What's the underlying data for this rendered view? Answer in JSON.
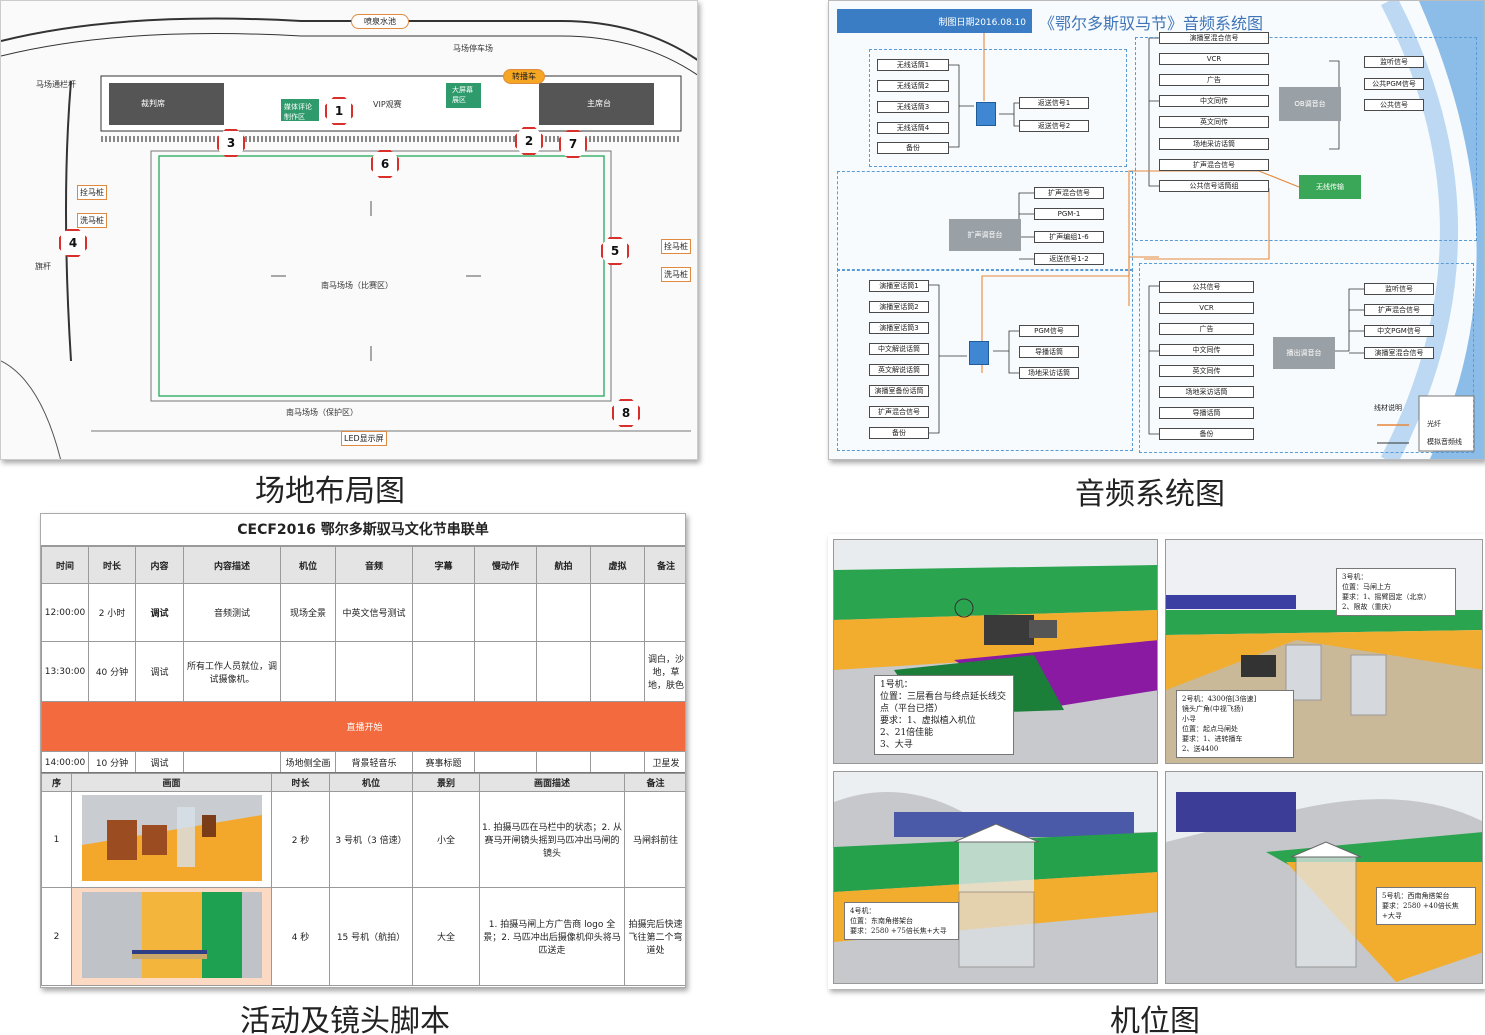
{
  "captions": {
    "site_layout": "场地布局图",
    "audio_system": "音频系统图",
    "script": "活动及镜头脚本",
    "camera_positions": "机位图"
  },
  "site": {
    "labels": {
      "fountain": "喷泉水池",
      "vip": "VIP观赛",
      "judge": "裁判席",
      "media": "媒体评论\n制作区",
      "screen": "大屏幕\n展区",
      "ob_van": "转播车",
      "host": "主席台",
      "field": "南马场场（比赛区）",
      "protect": "南马场场（保护区）",
      "led": "LED显示屏",
      "stable1": "拴马桩",
      "stable2": "洗马桩",
      "stable3": "拴马桩",
      "stable4": "洗马桩",
      "gate": "马场通栏杆",
      "parking": "马场停车场",
      "flag": "旗杆"
    },
    "markers": [
      "1",
      "2",
      "3",
      "4",
      "5",
      "6",
      "7",
      "8"
    ]
  },
  "audio": {
    "date": "制图日期2016.08.10",
    "title": "《鄂尔多斯驭马节》音频系统图",
    "left_top_inputs": [
      "无线话筒1",
      "无线话筒2",
      "无线话筒3",
      "无线话筒4",
      "备份"
    ],
    "left_top_outputs": [
      "返送信号1",
      "返送信号2"
    ],
    "mid_outputs": [
      "扩声混合信号",
      "PGM-1",
      "扩声编组1-6",
      "返送信号1-2"
    ],
    "mid_console": "扩声调音台",
    "ob_inputs": [
      "演播室混合信号",
      "VCR",
      "广告",
      "中文同传",
      "英文同传",
      "场地采访话筒",
      "扩声混合信号",
      "公共信号话筒组"
    ],
    "ob_console": "OB调音台",
    "ob_outputs": [
      "监听信号",
      "公共PGM信号",
      "公共信号"
    ],
    "backup_label": "无线传输",
    "bl_inputs": [
      "演播室话筒1",
      "演播室话筒2",
      "演播室话筒3",
      "中文解说话筒",
      "英文解说话筒",
      "演播室备份话筒",
      "扩声混合信号",
      "备份"
    ],
    "bl_outputs": [
      "PGM信号",
      "导播话筒",
      "场地采访话筒"
    ],
    "br_inputs": [
      "公共信号",
      "VCR",
      "广告",
      "中文同传",
      "英文同传",
      "场地采访话筒",
      "导播话筒",
      "备份"
    ],
    "br_console": "播出调音台",
    "br_outputs": [
      "监听信号",
      "扩声混合信号",
      "中文PGM信号",
      "演播室混合信号"
    ],
    "legend": {
      "title": "线材说明",
      "a": "光纤",
      "b": "模拟音频线"
    }
  },
  "rundown": {
    "title": "CECF2016 鄂尔多斯驭马文化节串联单",
    "headers": [
      "时间",
      "时长",
      "内容",
      "内容描述",
      "机位",
      "音频",
      "字幕",
      "慢动作",
      "航拍",
      "虚拟",
      "备注"
    ],
    "rows": [
      [
        "12:00:00",
        "2 小时",
        "调试",
        "音频测试",
        "现场全景",
        "中英文信号测试",
        "",
        "",
        "",
        "",
        ""
      ],
      [
        "13:30:00",
        "40 分钟",
        "调试",
        "所有工作人员就位，调试摄像机。",
        "",
        "",
        "",
        "",
        "",
        "",
        "调白，沙地，草地，肤色"
      ]
    ],
    "live_banner": "直播开始",
    "row3": [
      "14:00:00",
      "10 分钟",
      "调试",
      "",
      "场地侧全画",
      "背景轻音乐",
      "赛事标题",
      "",
      "",
      "",
      "卫星发"
    ],
    "shot_headers": [
      "序",
      "画面",
      "时长",
      "机位",
      "景别",
      "画面描述",
      "备注"
    ],
    "shots": [
      {
        "no": "1",
        "duration": "2 秒",
        "camera": "3 号机（3 倍速）",
        "scale": "小全",
        "desc": "1. 拍摄马匹在马栏中的状态；2. 从赛马开闸镜头摇到马匹冲出马闸的镜头",
        "note": "马闸斜前往"
      },
      {
        "no": "2",
        "duration": "4 秒",
        "camera": "15 号机（航拍）",
        "scale": "大全",
        "desc": "1. 拍摄马闸上方广告商 logo 全景；2. 马匹冲出后摄像机仰头将马匹送走",
        "note": "拍摄完后快速飞往第二个弯道处"
      }
    ]
  },
  "cameras": [
    {
      "text": "1号机：\n位置：三层看台与终点延长线交点（平台已搭）\n要求：1、虚拟植入机位\n      2、21倍佳能\n      3、大寻"
    },
    {
      "text": "2号机：4300倍[3倍速]\n镜头广角(中视飞扬)\n小寻\n位置：起点马闸处\n要求：1、进转播车\n      2、送4400"
    },
    {
      "text": "3号机：\n位置：马闸上方\n要求：1、摇臂固定（北京）\n      2、限故（重庆）"
    },
    {
      "text": "4号机：\n位置：东南角搭架台\n要求：2580 +75倍长焦+大寻"
    },
    {
      "text": "5号机：西南角搭架台\n要求：2580 +40倍长焦+大寻"
    }
  ]
}
